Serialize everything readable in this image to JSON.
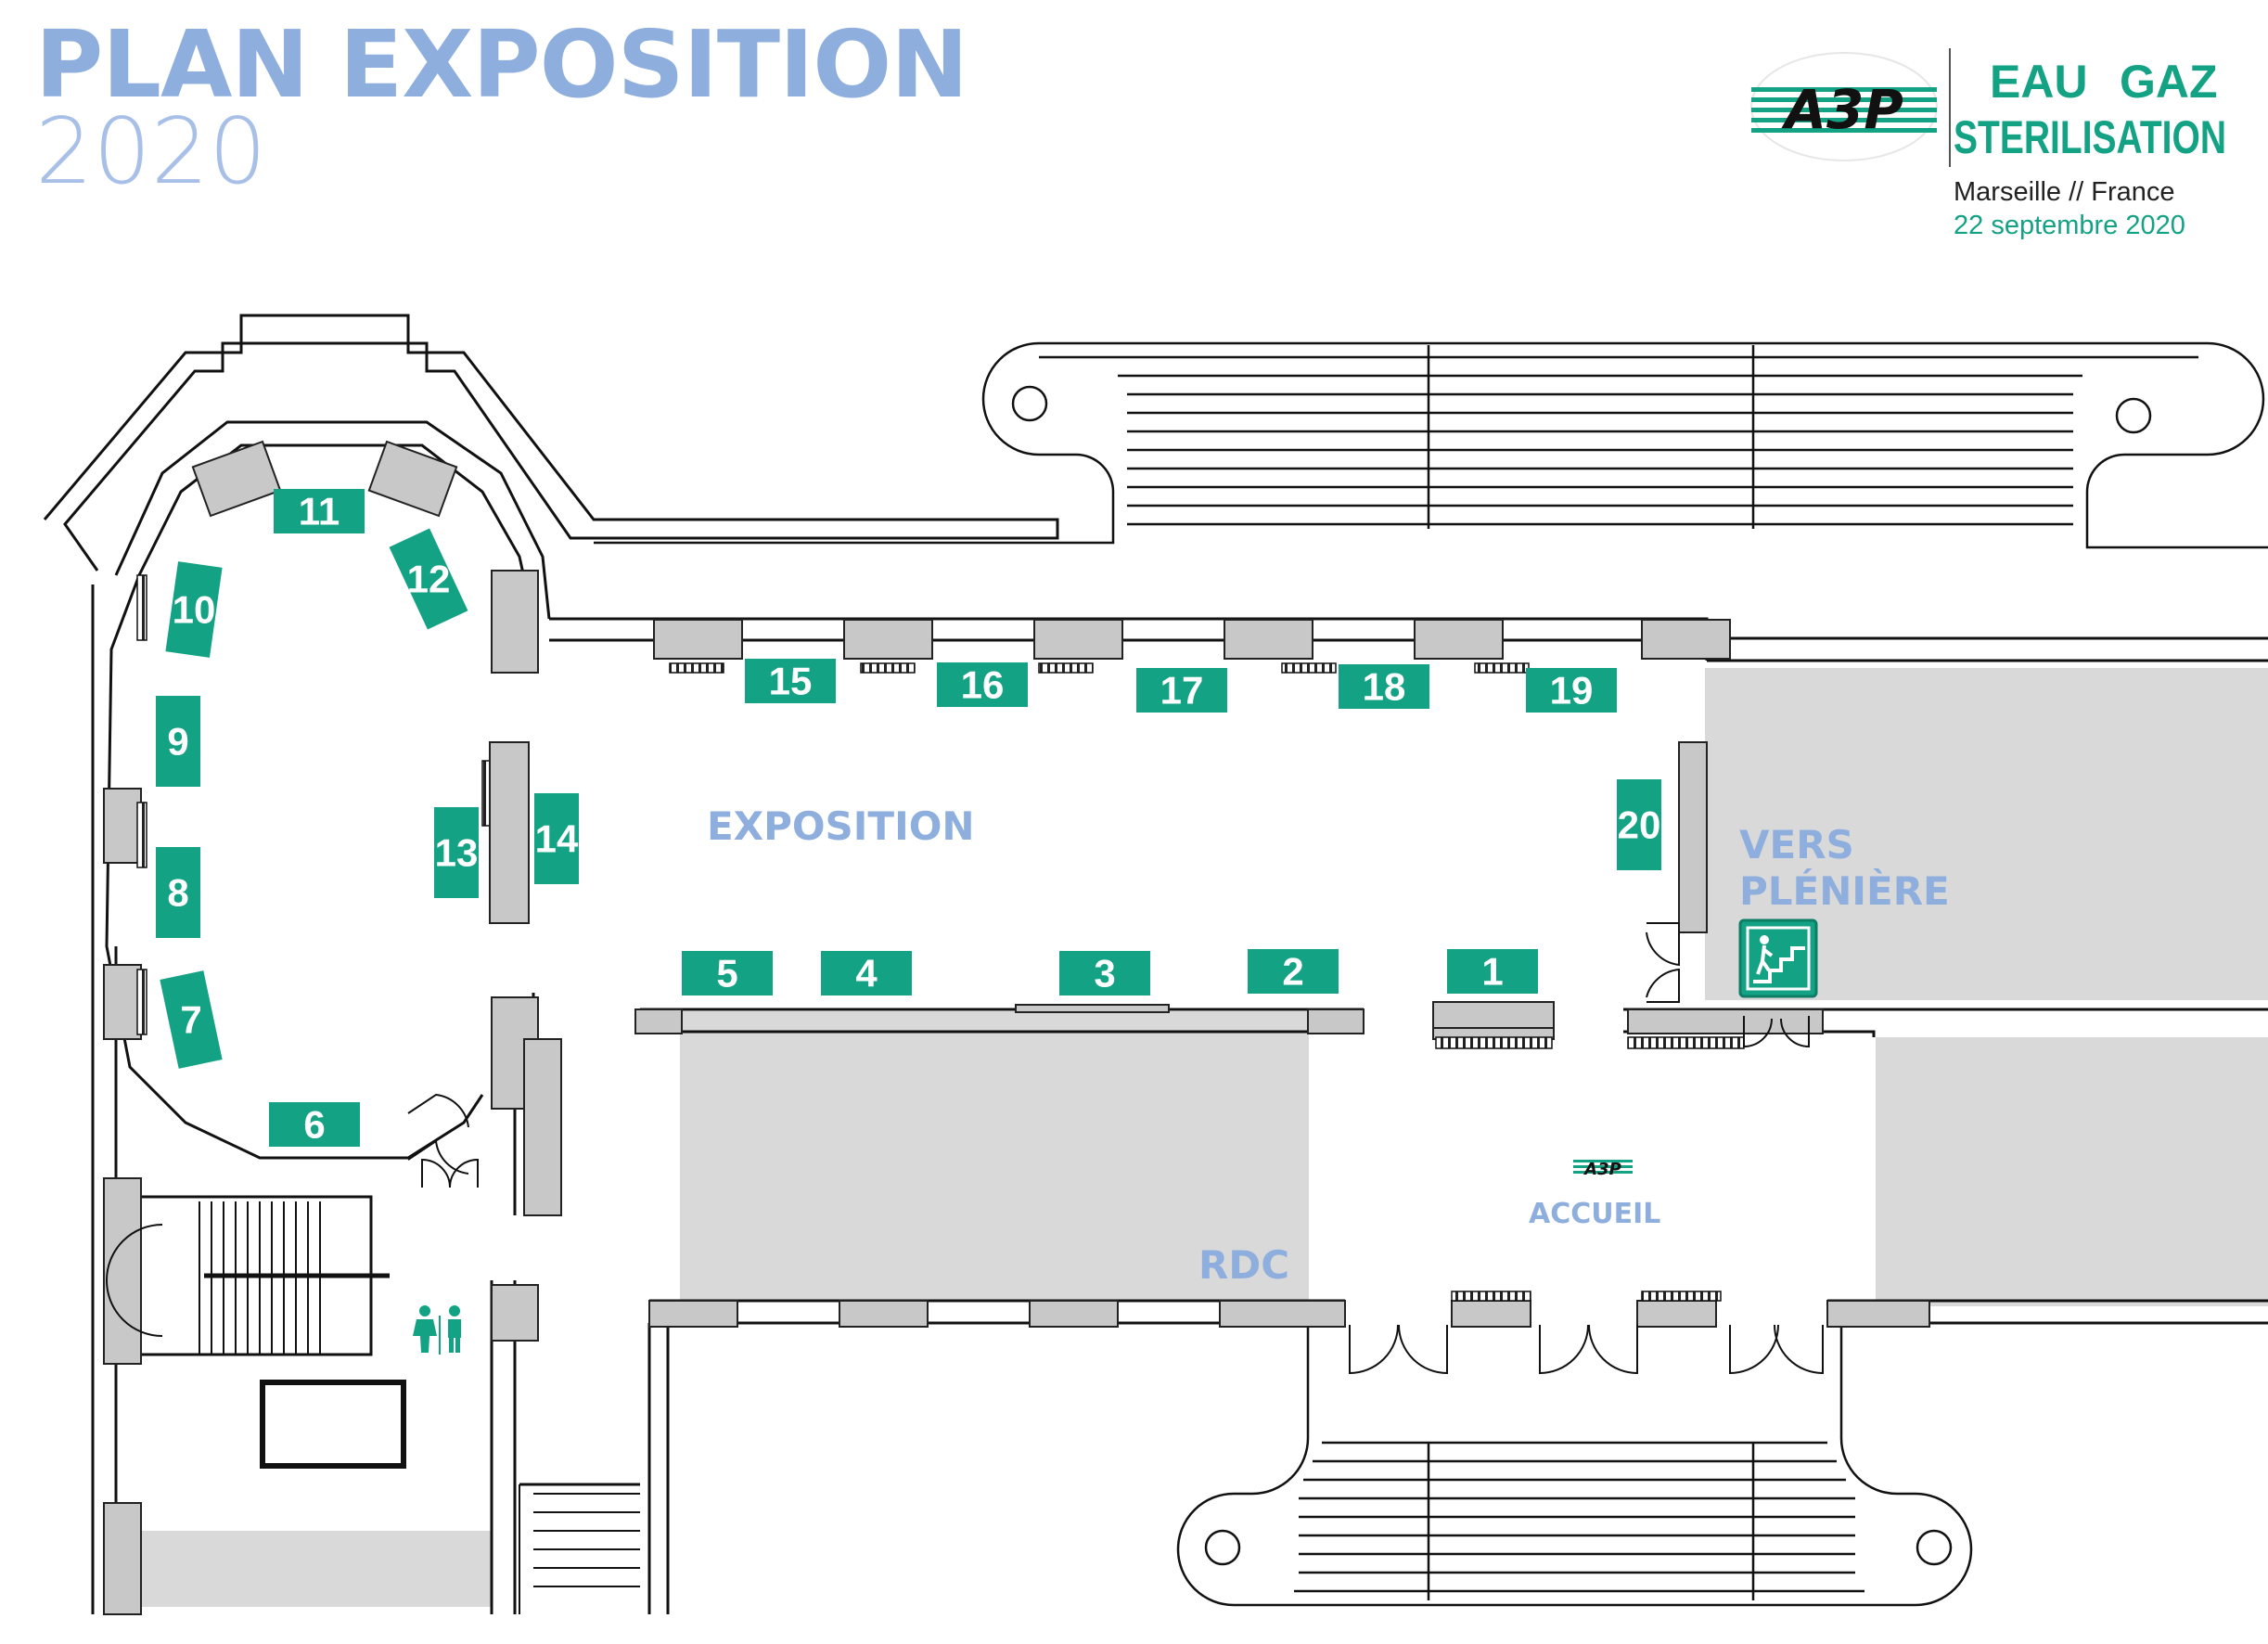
{
  "title": {
    "main": "PLAN EXPOSITION",
    "year": "2020"
  },
  "brand": {
    "logo_text": "A3P",
    "line1_a": "EAU",
    "line1_b": "GAZ",
    "line2": "STERILISATION",
    "location": "Marseille // France",
    "date": "22 septembre 2020"
  },
  "colors": {
    "booth": "#14a284",
    "title": "#8eaede",
    "room_label": "#8eaede",
    "wall": "#c8c8c8",
    "walls_stroke": "#111111"
  },
  "rooms": {
    "exposition": "EXPOSITION",
    "vers_line1": "VERS",
    "vers_line2": "PLÉNIÈRE",
    "accueil": "ACCUEIL",
    "accueil_logo": "A3P",
    "rdc": "RDC"
  },
  "icons": {
    "stairs": "stairs-up-icon",
    "restroom": "restroom-icon"
  },
  "booths": [
    "1",
    "2",
    "3",
    "4",
    "5",
    "6",
    "7",
    "8",
    "9",
    "10",
    "11",
    "12",
    "13",
    "14",
    "15",
    "16",
    "17",
    "18",
    "19",
    "20"
  ]
}
